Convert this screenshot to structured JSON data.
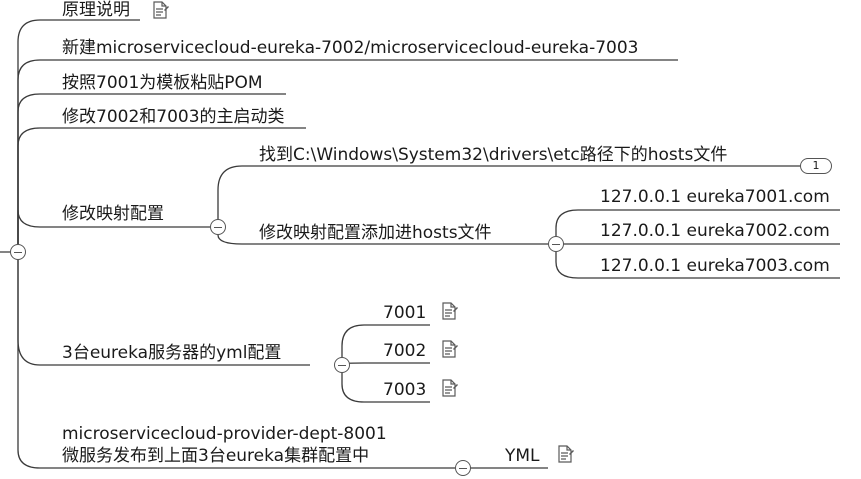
{
  "nodes": {
    "principle": "原理说明",
    "new_modules": "新建microservicecloud-eureka-7002/microservicecloud-eureka-7003",
    "copy_pom": "按照7001为模板粘贴POM",
    "modify_main": "修改7002和7003的主启动类",
    "modify_mapping": "修改映射配置",
    "find_hosts": "找到C:\\Windows\\System32\\drivers\\etc路径下的hosts文件",
    "find_hosts_count": "1",
    "add_hosts": "修改映射配置添加进hosts文件",
    "host_1": "127.0.0.1  eureka7001.com",
    "host_2": "127.0.0.1  eureka7002.com",
    "host_3": "127.0.0.1  eureka7003.com",
    "yml_config": "3台eureka服务器的yml配置",
    "yml_7001": "7001",
    "yml_7002": "7002",
    "yml_7003": "7003",
    "provider_line1": "microservicecloud-provider-dept-8001",
    "provider_line2": "微服务发布到上面3台eureka集群配置中",
    "provider_yml": "YML"
  },
  "colors": {
    "line": "#3a3a3a",
    "note_icon": "#5a5a5a"
  }
}
